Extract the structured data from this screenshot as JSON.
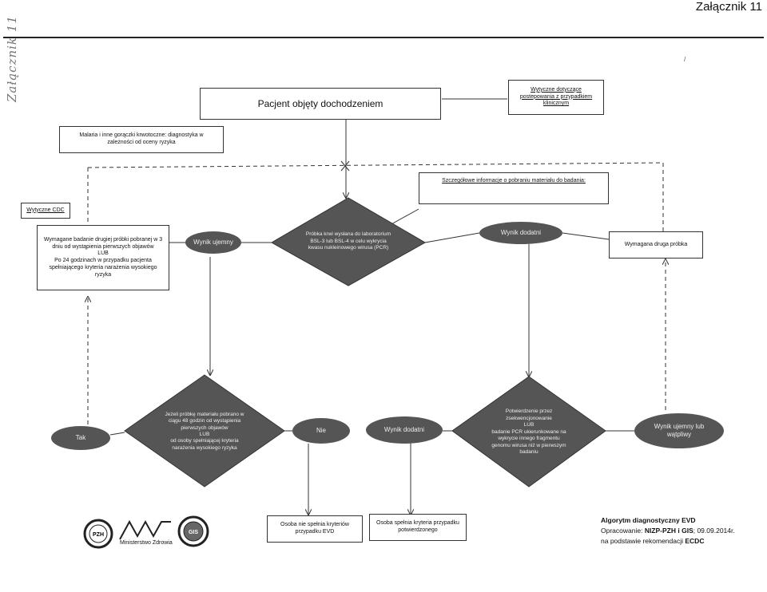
{
  "page": {
    "header": "Załącznik 11",
    "handwritten_note": "Załącznik 11",
    "corner_mark": "/"
  },
  "nodes": {
    "patient": "Pacjent objęty dochodzeniem",
    "guidelines_clinical": "Wytyczne dotyczące postepowania z przypadkiem klinicznym",
    "malaria": "Malaria i inne gorączki krwotoczne: diagnostyka  w zależności od oceny ryzyka",
    "details": "Szczegółowe informacje o pobraniu materiału do badania:",
    "cdc": "Wytyczne CDC",
    "second_sample_cond": "Wymagane badanie drugiej próbki pobranej w 3 dniu od wystąpienia pierwszych objawów\nLUB\nPo 24 godzinach w przypadku pacjenta spełniającego kryteria narażenia wysokiego ryzyka",
    "neg1": "Wynik ujemny",
    "pcr": "Próbka krwi wysłana do laboratorium BSL-3 lub BSL-4 w celu wykrycia kwasu nukleinowego wirusa (PCR)",
    "pos1": "Wynik dodatni",
    "second_required": "Wymagana druga próbka",
    "tak": "Tak",
    "decision": "Jeżeli próbkę materiału pobrano  w ciągu 48 godzin od wystąpienia pierwszych objawów\nLUB\nod osoby spełniającej kryteria narażenia wysokiego ryzyka",
    "nie": "Nie",
    "pos2": "Wynik dodatni",
    "confirm": "Potwierdzenie przez zsekwencjonowanie\nLUB\nbadanie PCR ukierunkowane na wykrycie innego fragmentu genomu wirusa niż w pierwszym badaniu",
    "neg2": "Wynik ujemny lub wątpliwy",
    "not_evd": "Osoba nie spełnia kryteriów przypadku EVD",
    "confirmed": "Osoba spełnia kryteria przypadku potwierdzonego"
  },
  "logos": {
    "pzh": "PZH",
    "ministry": "Ministerstwo Zdrowia",
    "gis": "GIS"
  },
  "footer": {
    "line1": "Algorytm diagnostyczny EVD",
    "line2_prefix": "Opracowanie: ",
    "line2_bold": "NIZP-PZH i GIS",
    "line2_suffix": "; 09.09.2014r.",
    "line3_prefix": "na podstawie rekomendacji  ",
    "line3_bold": "ECDC"
  },
  "colors": {
    "node_fill": "#555555",
    "node_text": "#eeeeee",
    "line": "#333333"
  }
}
